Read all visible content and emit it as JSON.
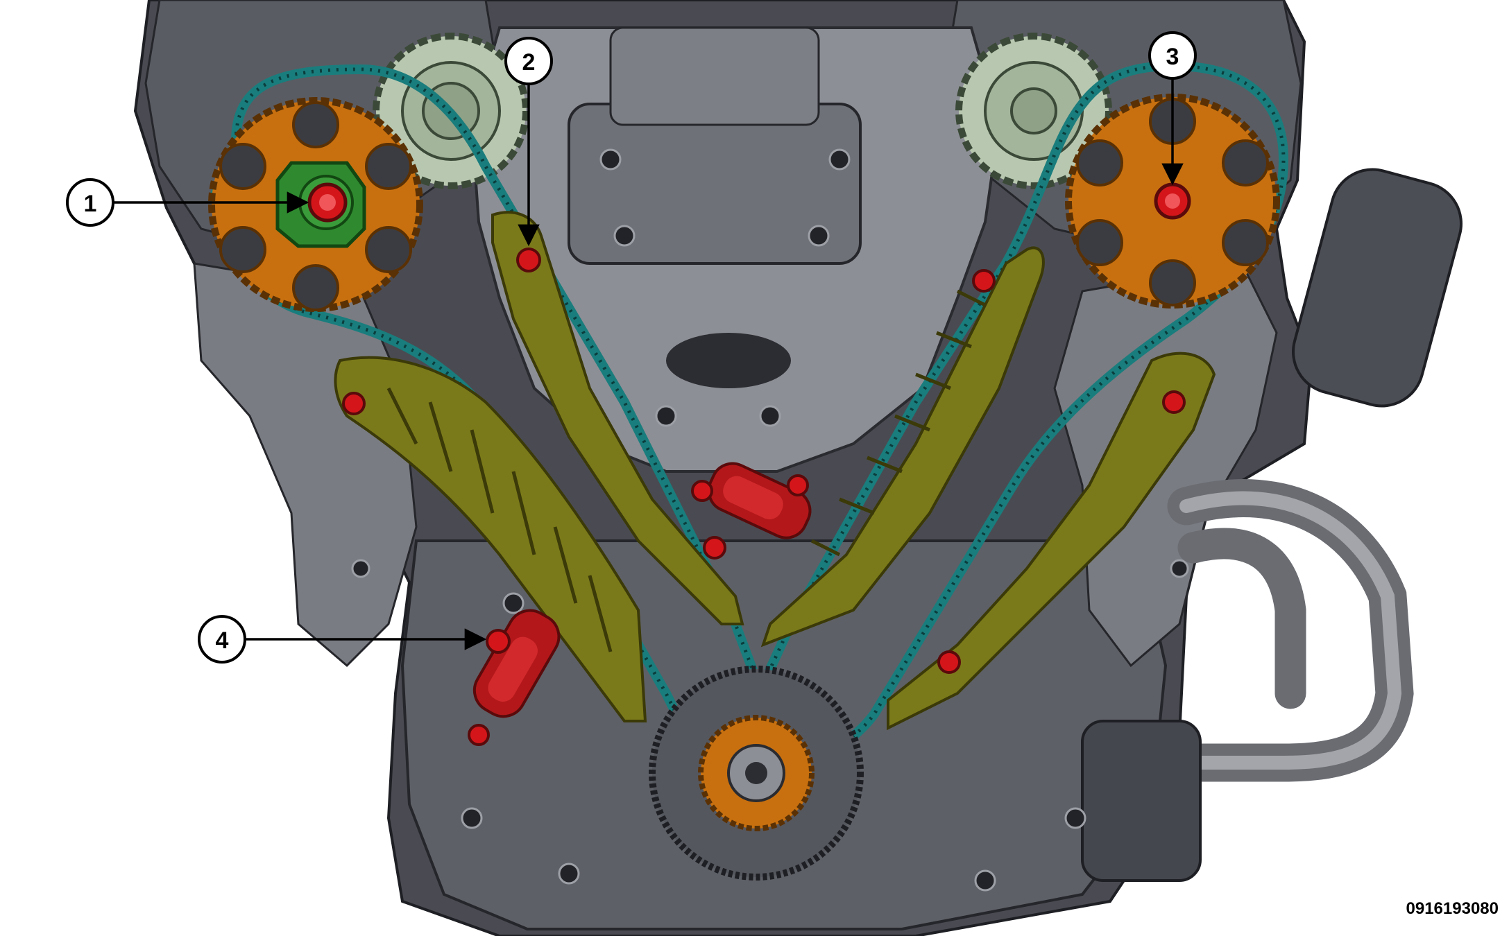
{
  "figure_id": "0916193080",
  "colors": {
    "engine_dark": "#3e3f45",
    "engine_mid": "#6e7078",
    "engine_light": "#a7a9b0",
    "cam_sprocket": "#c8700f",
    "phaser_hub": "#2f8a2f",
    "vvt_gear": "#b8c8b0",
    "chain": "#1a7d7d",
    "guide": "#7b7a1a",
    "tensioner": "#b3171a",
    "bolt": "#d4161a",
    "crank_sprocket": "#c8700f"
  },
  "callouts": [
    {
      "label": "1",
      "target": "left-cam-sprocket-bolt"
    },
    {
      "label": "2",
      "target": "center-guide-bolt"
    },
    {
      "label": "3",
      "target": "right-cam-sprocket-bolt"
    },
    {
      "label": "4",
      "target": "lower-tensioner-bolt"
    }
  ]
}
